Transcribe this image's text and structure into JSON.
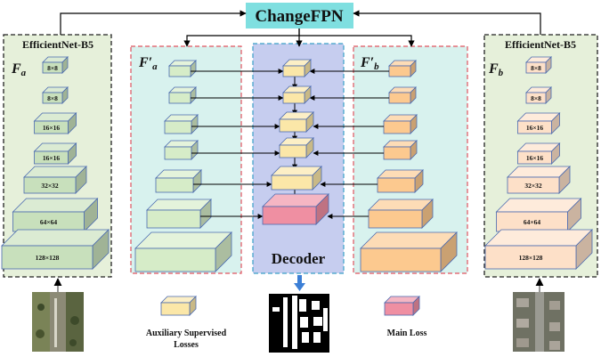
{
  "title": "ChangeFPN",
  "encoder_left": {
    "header": "EfficientNet-B5",
    "label": "F",
    "sub": "a"
  },
  "encoder_right": {
    "header": "EfficientNet-B5",
    "label": "F",
    "sub": "b"
  },
  "fpn_left": {
    "label": "F′",
    "sub": "a"
  },
  "fpn_right": {
    "label": "F′",
    "sub": "b"
  },
  "scales": [
    "8×8",
    "8×8",
    "16×16",
    "16×16",
    "32×32",
    "64×64",
    "128×128"
  ],
  "decoder_label": "Decoder",
  "legend": {
    "aux_line1": "Auxiliary Supervised",
    "aux_line2": "Losses",
    "main": "Main Loss"
  },
  "colors": {
    "encoder_fill": "#c8e0bc",
    "encoder_panel_bg": "#e6f0da",
    "fpn_panel_bg": "#d8f2ee",
    "decoder_panel_bg": "#c6cdef",
    "title_box": "#7fdfe0",
    "fpn_left_block": "#d6ecc8",
    "aux_block": "#fbe7a8",
    "fpn_right_block": "#fcc98f",
    "right_encoder_block": "#fde0c8",
    "main_loss_block": "#ef8fa2",
    "decoder_arrow": "#3c7fd6"
  }
}
